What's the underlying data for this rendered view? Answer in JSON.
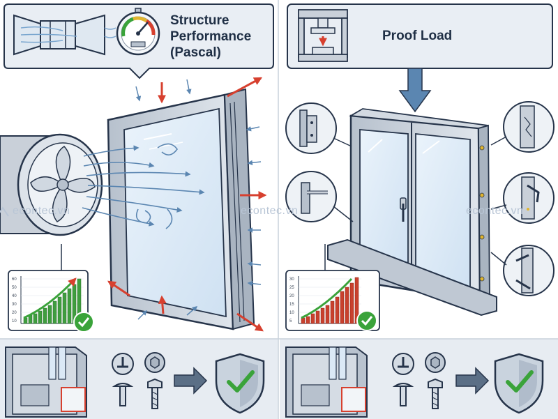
{
  "panels": {
    "left": {
      "title_lines": [
        "Structure",
        "Performance",
        "(Pascal)"
      ],
      "chart_ticks": [
        "60",
        "50",
        "40",
        "30",
        "20",
        "10"
      ]
    },
    "right": {
      "title": "Proof Load",
      "chart_ticks": [
        "30",
        "25",
        "20",
        "15",
        "10",
        "5"
      ]
    }
  },
  "watermark": {
    "text_left": "econtec.vn",
    "text_center": "econtec.vn",
    "text_right": "econtec.vn"
  },
  "colors": {
    "outline": "#26344a",
    "callout_fill": "#e9eef4",
    "frame_fill": "#c8d0da",
    "glass": "#dbe9f6",
    "arrow_red": "#d7402f",
    "arrow_blue": "#5b86b1",
    "check_green": "#3aa33a",
    "bar_green": "#3f9e3f",
    "bar_red": "#c9402d",
    "bottom_band": "#e7ecf2"
  }
}
